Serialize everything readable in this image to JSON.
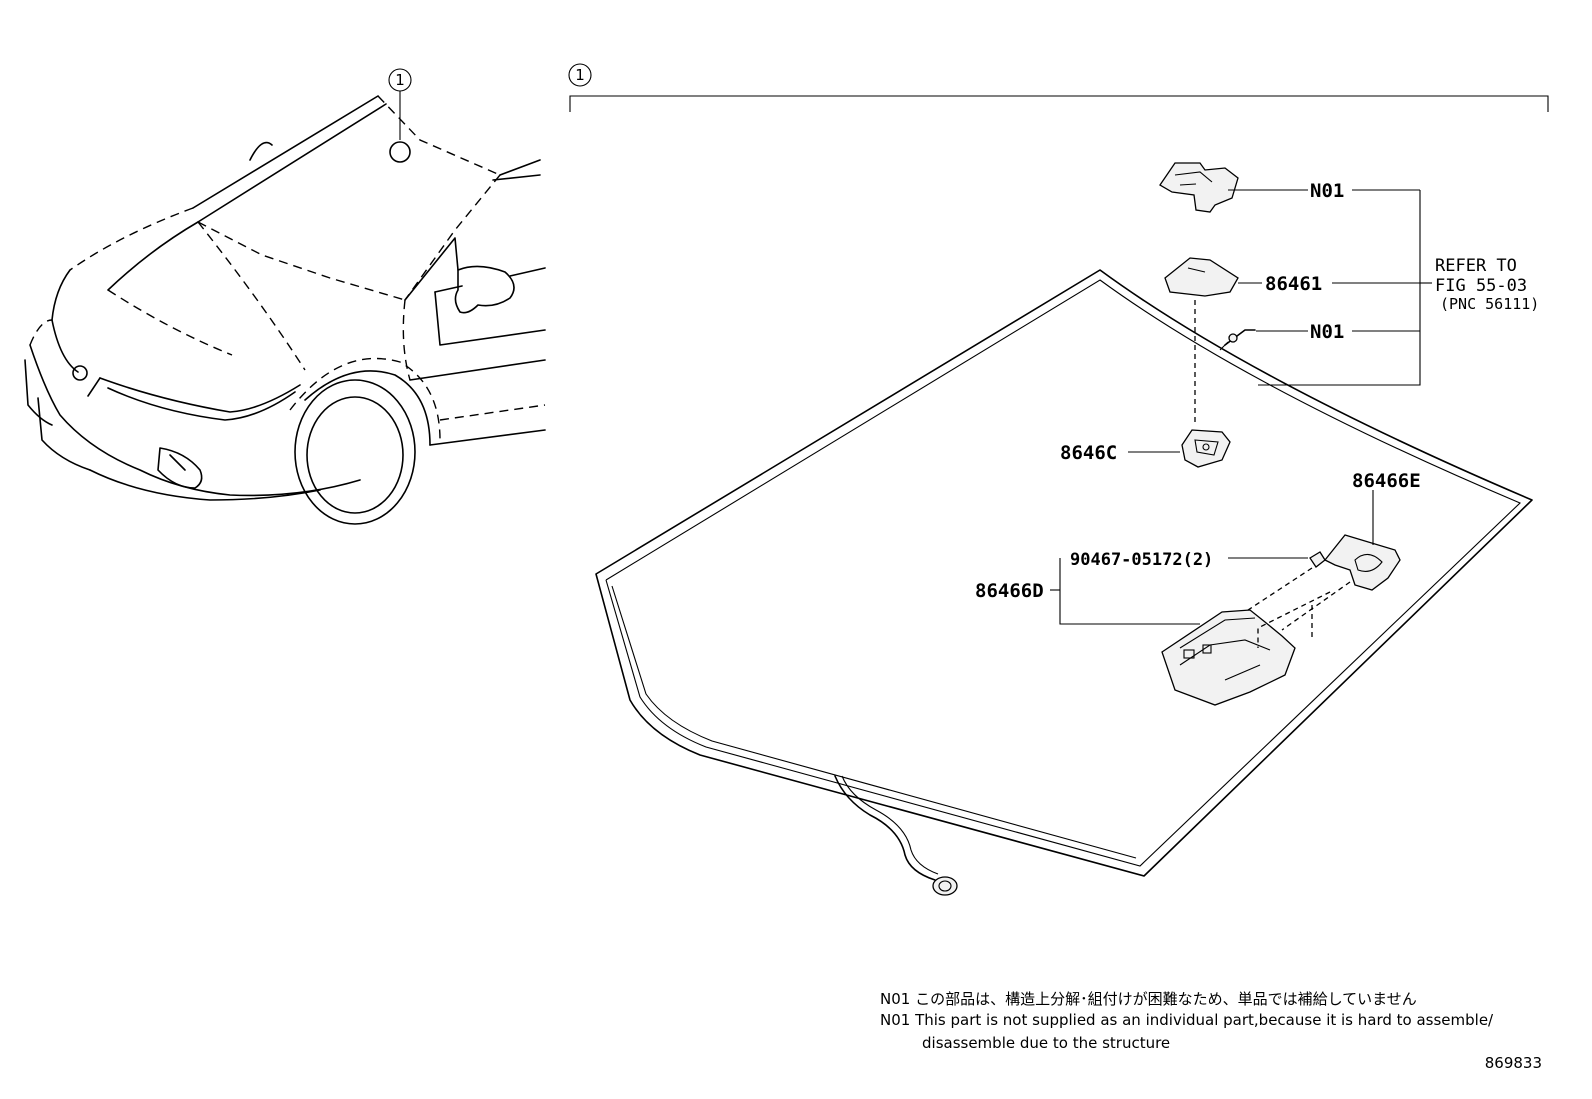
{
  "callouts": {
    "marker": "1"
  },
  "labels": {
    "n01_top": "N01",
    "p86461": "86461",
    "n01_bottom": "N01",
    "p8646c": "8646C",
    "p86466e": "86466E",
    "bolt": "90467-05172(2)",
    "p86466d": "86466D"
  },
  "refer": {
    "line1": "REFER TO",
    "line2": "FIG 55-03",
    "line3": "(PNC 56111)"
  },
  "notes": {
    "jp_code": "N01",
    "jp_text": "この部品は、構造上分解･組付けが困難なため、単品では補給していません",
    "en_code": "N01",
    "en_text": "This part is not supplied as an individual part,because it is hard to assemble/",
    "en_text2": "disassemble due to the structure"
  },
  "figure_number": "869833"
}
